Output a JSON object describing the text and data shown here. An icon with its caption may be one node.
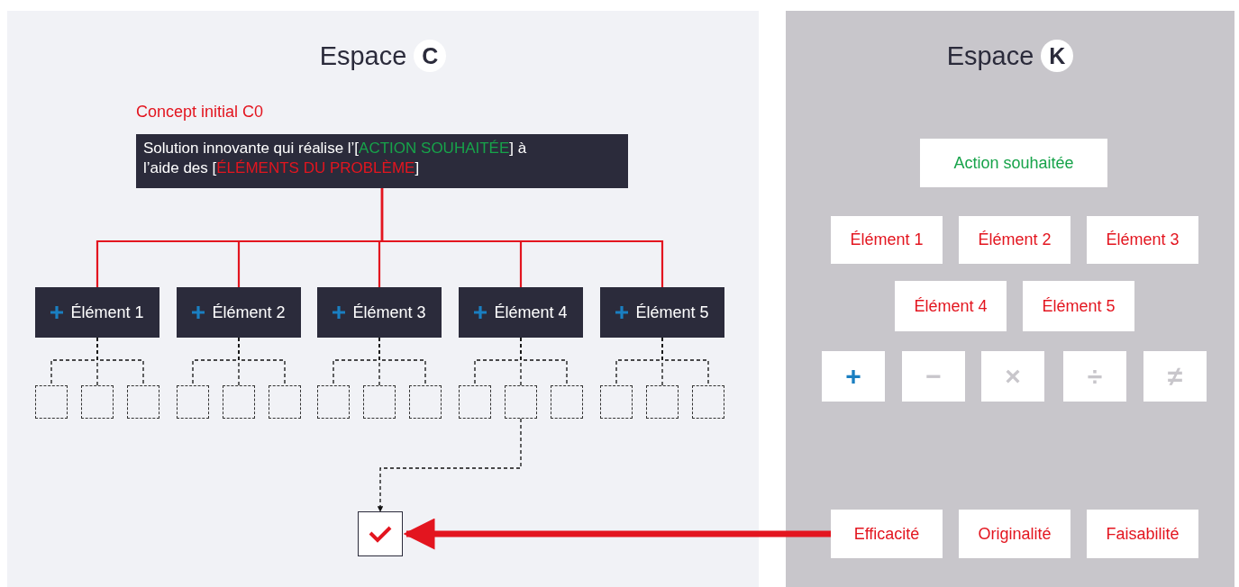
{
  "diagram": {
    "nodes": [
      {
        "text": [
          "Espace",
          "C"
        ]
      },
      {
        "text": [
          "Espace",
          "K"
        ]
      },
      {
        "text": [
          "Concept initial C0",
          "Solution innovante qui réalise l’[ACTION SOUHAITÉE] à l’aide des [ÉLÉMENTS DU PROBLÈME]"
        ],
        "in": 0
      },
      {
        "text": [
          "Élément 1"
        ],
        "in": 0
      },
      {
        "text": [
          "Élément 2"
        ],
        "in": 0
      },
      {
        "text": [
          "Élément 3"
        ],
        "in": 0
      },
      {
        "text": [
          "Élément 4"
        ],
        "in": 0
      },
      {
        "text": [
          "Élément 5"
        ],
        "in": 0
      },
      {
        "text": [],
        "shape": "box",
        "in": 0
      },
      {
        "text": [],
        "shape": "box",
        "in": 0
      },
      {
        "text": [],
        "shape": "box",
        "in": 0
      },
      {
        "text": [],
        "shape": "box",
        "in": 0
      },
      {
        "text": [],
        "shape": "box",
        "in": 0
      },
      {
        "text": [],
        "shape": "box",
        "in": 0
      },
      {
        "text": [],
        "shape": "box",
        "in": 0
      },
      {
        "text": [],
        "shape": "box",
        "in": 0
      },
      {
        "text": [],
        "shape": "box",
        "in": 0
      },
      {
        "text": [],
        "shape": "box",
        "in": 0
      },
      {
        "text": [],
        "shape": "box",
        "in": 0
      },
      {
        "text": [],
        "shape": "box",
        "in": 0
      },
      {
        "text": [],
        "shape": "box",
        "in": 0
      },
      {
        "text": [],
        "shape": "box",
        "in": 0
      },
      {
        "text": [],
        "shape": "box",
        "in": 0
      },
      {
        "text": [],
        "shape": "checkbox",
        "in": 0
      },
      {
        "text": [
          "Action souhaitée"
        ],
        "in": 1
      },
      {
        "text": [
          "Élément 1"
        ],
        "in": 1
      },
      {
        "text": [
          "Élément 2"
        ],
        "in": 1
      },
      {
        "text": [
          "Élément 3"
        ],
        "in": 1
      },
      {
        "text": [
          "Élément 4"
        ],
        "in": 1
      },
      {
        "text": [
          "Élément 5"
        ],
        "in": 1
      },
      {
        "text": [
          "+"
        ],
        "in": 1
      },
      {
        "text": [
          "−"
        ],
        "in": 1
      },
      {
        "text": [
          "×"
        ],
        "in": 1
      },
      {
        "text": [
          "÷"
        ],
        "in": 1
      },
      {
        "text": [
          "≠"
        ],
        "in": 1
      },
      {
        "text": [
          "Efficacité"
        ],
        "in": 1
      },
      {
        "text": [
          "Originalité"
        ],
        "in": 1
      },
      {
        "text": [
          "Faisabilité"
        ],
        "in": 1
      }
    ],
    "edges": [
      {
        "from": 2,
        "to": 3,
        "arrow": "none",
        "color": "#e3151f"
      },
      {
        "from": 2,
        "to": 4,
        "arrow": "none",
        "color": "#e3151f"
      },
      {
        "from": 2,
        "to": 5,
        "arrow": "none",
        "color": "#e3151f"
      },
      {
        "from": 2,
        "to": 6,
        "arrow": "none",
        "color": "#e3151f"
      },
      {
        "from": 2,
        "to": 7,
        "arrow": "none",
        "color": "#e3151f"
      },
      {
        "from": 3,
        "to": 8,
        "arrow": "none",
        "style": "dashed"
      },
      {
        "from": 3,
        "to": 9,
        "arrow": "none",
        "style": "dashed"
      },
      {
        "from": 3,
        "to": 10,
        "arrow": "none",
        "style": "dashed"
      },
      {
        "from": 4,
        "to": 11,
        "arrow": "none",
        "style": "dashed"
      },
      {
        "from": 4,
        "to": 12,
        "arrow": "none",
        "style": "dashed"
      },
      {
        "from": 4,
        "to": 13,
        "arrow": "none",
        "style": "dashed"
      },
      {
        "from": 5,
        "to": 14,
        "arrow": "none",
        "style": "dashed"
      },
      {
        "from": 5,
        "to": 15,
        "arrow": "none",
        "style": "dashed"
      },
      {
        "from": 5,
        "to": 16,
        "arrow": "none",
        "style": "dashed"
      },
      {
        "from": 6,
        "to": 17,
        "arrow": "none",
        "style": "dashed"
      },
      {
        "from": 6,
        "to": 18,
        "arrow": "none",
        "style": "dashed"
      },
      {
        "from": 6,
        "to": 19,
        "arrow": "none",
        "style": "dashed"
      },
      {
        "from": 7,
        "to": 20,
        "arrow": "none",
        "style": "dashed"
      },
      {
        "from": 7,
        "to": 21,
        "arrow": "none",
        "style": "dashed"
      },
      {
        "from": 7,
        "to": 22,
        "arrow": "none",
        "style": "dashed"
      },
      {
        "from": 18,
        "to": 23,
        "arrow": "to",
        "style": "dashed"
      },
      {
        "from": 35,
        "to": 23,
        "arrow": "to",
        "style": "thick",
        "color": "#e3151f"
      }
    ]
  }
}
